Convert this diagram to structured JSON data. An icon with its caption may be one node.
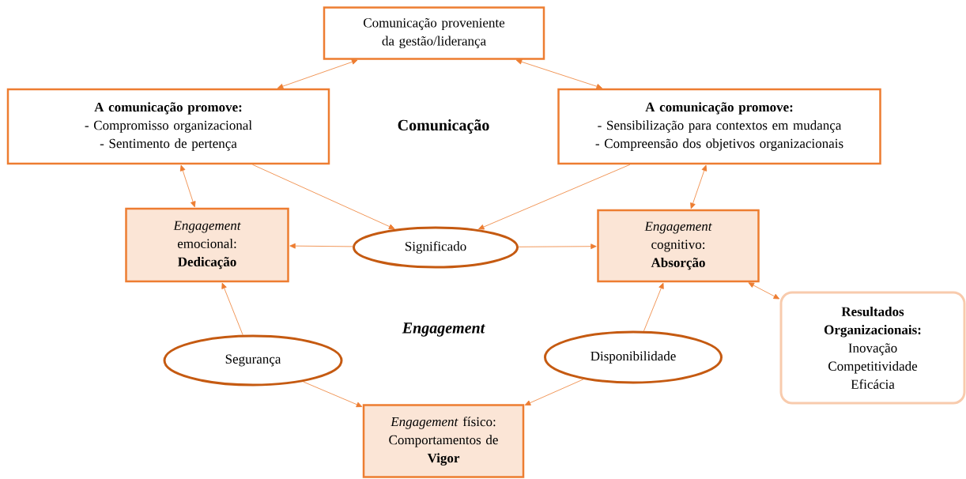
{
  "diagram": {
    "nodes": [
      {
        "text": [
          "Comunicação proveniente da gestão/liderança"
        ]
      },
      {
        "text": [
          "A comunicação promove:",
          "- Compromisso organizacional",
          "- Sentimento de pertença"
        ]
      },
      {
        "text": [
          "A comunicação promove:",
          "- Sensibilização para contextos em mudança",
          "- Compreensão dos objetivos organizacionais"
        ]
      },
      {
        "text": [
          "*Engagement* emocional:",
          "Dedicação"
        ]
      },
      {
        "text": [
          "Significado"
        ]
      },
      {
        "text": [
          "*Engagement* cognitivo:",
          "Absorção"
        ]
      },
      {
        "text": [
          "Resultados Organizacionais:",
          "Inovação",
          "Competitividade",
          "Eficácia"
        ]
      },
      {
        "text": [
          "Segurança"
        ]
      },
      {
        "text": [
          "Disponibilidade"
        ]
      },
      {
        "text": [
          "*Engagement* físico: Comportamentos de",
          "Vigor"
        ]
      }
    ],
    "edges": [
      {
        "from": 0,
        "to": 1,
        "arrow": "both"
      },
      {
        "from": 0,
        "to": 2,
        "arrow": "both"
      },
      {
        "from": 1,
        "to": 3,
        "arrow": "both"
      },
      {
        "from": 1,
        "to": 4,
        "arrow": "to"
      },
      {
        "from": 2,
        "to": 4,
        "arrow": "to"
      },
      {
        "from": 2,
        "to": 5,
        "arrow": "both"
      },
      {
        "from": 4,
        "to": 3,
        "arrow": "to"
      },
      {
        "from": 4,
        "to": 5,
        "arrow": "to"
      },
      {
        "from": 5,
        "to": 6,
        "arrow": "both"
      },
      {
        "from": 7,
        "to": 3,
        "arrow": "to"
      },
      {
        "from": 7,
        "to": 9,
        "arrow": "to"
      },
      {
        "from": 8,
        "to": 5,
        "arrow": "to"
      },
      {
        "from": 8,
        "to": 9,
        "arrow": "to"
      }
    ],
    "labels": [
      "Comunicação",
      "Engagement"
    ]
  }
}
